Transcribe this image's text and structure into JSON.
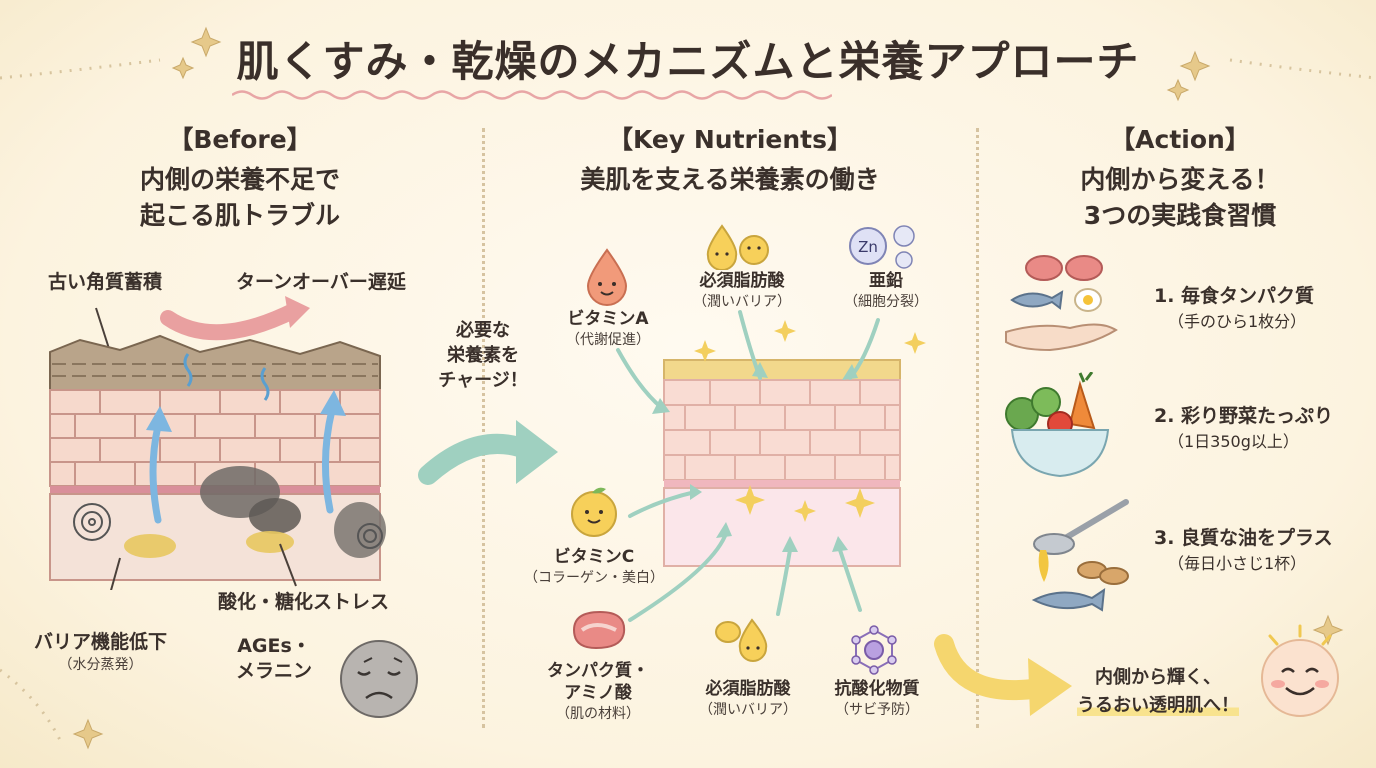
{
  "title": "肌くすみ・乾燥のメカニズムと栄養アプローチ",
  "before": {
    "heading": "【Before】",
    "subtitle_line1": "内側の栄養不足で",
    "subtitle_line2": "起こる肌トラブル",
    "labels": {
      "old_keratin": "古い角質蓄積",
      "turnover": "ターンオーバー遅延",
      "barrier": "バリア機能低下",
      "barrier_sub": "（水分蒸発）",
      "stress": "酸化・糖化ストレス",
      "ages_line1": "AGEs・",
      "ages_line2": "メラニン"
    }
  },
  "charge": {
    "line1": "必要な",
    "line2": "栄養素を",
    "line3": "チャージ！"
  },
  "nutrients": {
    "heading": "【Key Nutrients】",
    "subtitle": "美肌を支える栄養素の働き",
    "items": [
      {
        "name": "ビタミンA",
        "desc": "（代謝促進）"
      },
      {
        "name": "必須脂肪酸",
        "desc": "（潤いバリア）"
      },
      {
        "name": "亜鉛",
        "desc": "（細胞分裂）"
      },
      {
        "name": "ビタミンC",
        "desc": "（コラーゲン・美白）"
      },
      {
        "name_line1": "タンパク質・",
        "name_line2": "アミノ酸",
        "desc": "（肌の材料）"
      },
      {
        "name": "必須脂肪酸",
        "desc": "（潤いバリア）"
      },
      {
        "name": "抗酸化物質",
        "desc": "（サビ予防）"
      }
    ],
    "zinc_badge": "Zn"
  },
  "action": {
    "heading": "【Action】",
    "subtitle_line1": "内側から変える！",
    "subtitle_line2": "3つの実践食習慣",
    "items": [
      {
        "label": "1. 毎食タンパク質",
        "sub": "（手のひら1枚分）"
      },
      {
        "label": "2. 彩り野菜たっぷり",
        "sub": "（1日350g以上）"
      },
      {
        "label": "3. 良質な油をプラス",
        "sub": "（毎日小さじ1杯）"
      }
    ],
    "result_line1": "内側から輝く、",
    "result_line2": "うるおい透明肌へ！"
  },
  "colors": {
    "background": "#fcf3df",
    "arrow_pink": "#e9a0a0",
    "arrow_teal": "#9fd0c0",
    "arrow_yellow": "#f5d66e",
    "skin_pink": "#f3cfc4"
  }
}
